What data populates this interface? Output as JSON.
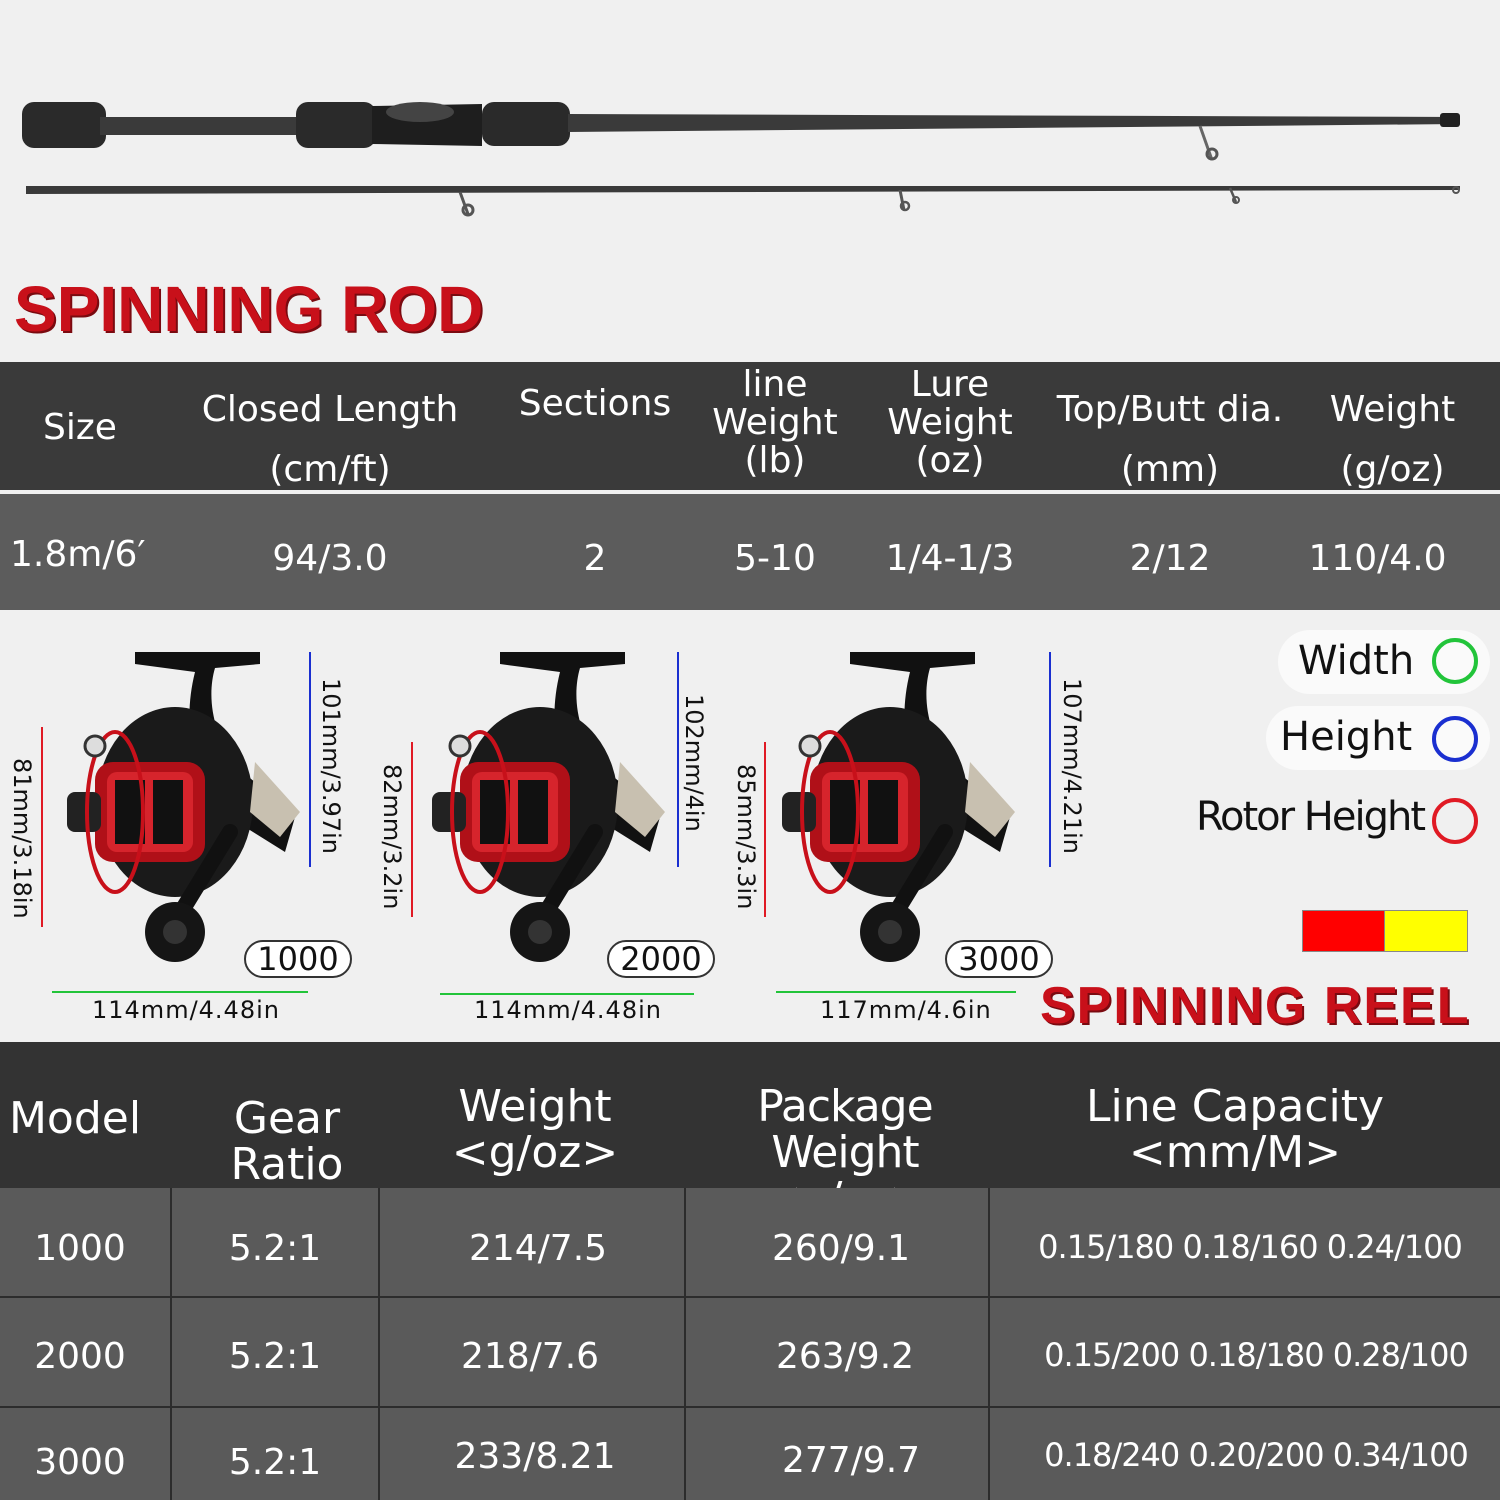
{
  "rod": {
    "title": "SPINNING ROD",
    "headers": [
      {
        "l1": "Size",
        "l2": ""
      },
      {
        "l1": "Closed Length",
        "l2": "(cm/ft)"
      },
      {
        "l1": "Sections",
        "l2": ""
      },
      {
        "l1": "line",
        "l2": "Weight",
        "l3": "(lb)"
      },
      {
        "l1": "Lure",
        "l2": "Weight",
        "l3": "(oz)"
      },
      {
        "l1": "Top/Butt dia.",
        "l2": "(mm)"
      },
      {
        "l1": "Weight",
        "l2": "(g/oz)"
      }
    ],
    "row": [
      "1.8m/6′",
      "94/3.0",
      "2",
      "5-10",
      "1/4-1/3",
      "2/12",
      "110/4.0"
    ]
  },
  "reels": [
    {
      "model": "1000",
      "width": "114mm/4.48in",
      "height": "101mm/3.97in",
      "rotor": "81mm/3.18in"
    },
    {
      "model": "2000",
      "width": "114mm/4.48in",
      "height": "102mm/4in",
      "rotor": "82mm/3.2in"
    },
    {
      "model": "3000",
      "width": "117mm/4.6in",
      "height": "107mm/4.21in",
      "rotor": "85mm/3.3in"
    }
  ],
  "legend": {
    "width": "Width",
    "height": "Height",
    "rotor": "Rotor Height",
    "colors": {
      "width": "#22c43a",
      "height": "#1a2fd0",
      "rotor": "#e01a24"
    }
  },
  "swatches": [
    "#ff0000",
    "#ffff00"
  ],
  "reel_title": "SPINNING REEL",
  "reel_table": {
    "headers": [
      {
        "l1": "Model",
        "l2": ""
      },
      {
        "l1": "Gear Ratio",
        "l2": ""
      },
      {
        "l1": "Weight",
        "l2": "<g/oz>"
      },
      {
        "l1": "Package Weight",
        "l2": "<g/oz>"
      },
      {
        "l1": "Line Capacity",
        "l2": "<mm/M>"
      }
    ],
    "rows": [
      [
        "1000",
        "5.2:1",
        "214/7.5",
        "260/9.1",
        "0.15/180 0.18/160 0.24/100"
      ],
      [
        "2000",
        "5.2:1",
        "218/7.6",
        "263/9.2",
        "0.15/200 0.18/180 0.28/100"
      ],
      [
        "3000",
        "5.2:1",
        "233/8.21",
        "277/9.7",
        "0.18/240 0.20/200 0.34/100"
      ]
    ]
  }
}
